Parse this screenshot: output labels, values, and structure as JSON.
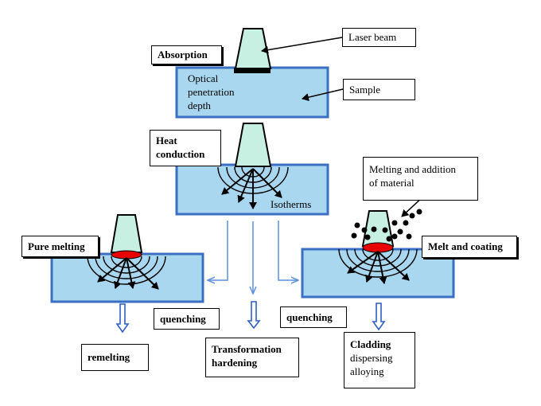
{
  "labels": {
    "laser_beam": "Laser beam",
    "absorption": "Absorption",
    "optical_line1": "Optical",
    "optical_line2": "penetration",
    "optical_line3": "depth",
    "sample": "Sample",
    "heat_line1": "Heat",
    "heat_line2": "conduction",
    "isotherms": "Isotherms",
    "melt_add_line1": "Melting and addition",
    "melt_add_line2": "of material",
    "pure_melting": "Pure melting",
    "melt_coating": "Melt and coating",
    "quenching_left": "quenching",
    "quenching_right": "quenching",
    "remelting": "remelting",
    "transform_line1": "Transformation",
    "transform_line2": "hardening",
    "cladding": "Cladding",
    "dispersing": "dispersing",
    "alloying": "alloying"
  },
  "colors": {
    "block_fill": "#a9d7ef",
    "block_border": "#3a6fc2",
    "beam_fill": "#c8f0e2",
    "melt_pool": "#e80000",
    "flow_arrow": "#5b8fde",
    "outline_arrow": "#2f5fbf"
  }
}
